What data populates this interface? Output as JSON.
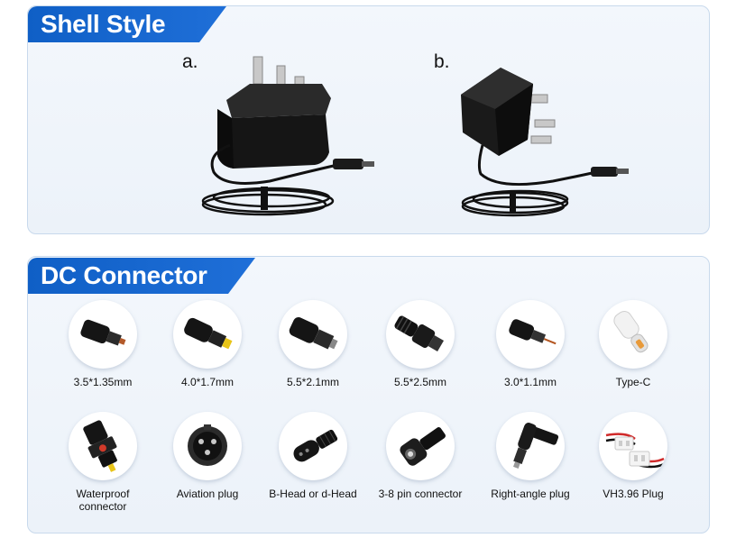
{
  "shell_style": {
    "title": "Shell Style",
    "options": [
      {
        "label": "a.",
        "image": "wall-adapter-uk-plug-horizontal"
      },
      {
        "label": "b.",
        "image": "wall-adapter-uk-plug-vertical"
      }
    ]
  },
  "dc_connector": {
    "title": "DC Connector",
    "items": [
      {
        "label": "3.5*1.35mm",
        "icon": "dc-barrel-plug-icon"
      },
      {
        "label": "4.0*1.7mm",
        "icon": "dc-barrel-plug-gold-tip-icon"
      },
      {
        "label": "5.5*2.1mm",
        "icon": "dc-barrel-plug-icon"
      },
      {
        "label": "5.5*2.5mm",
        "icon": "dc-barrel-plug-strain-relief-icon"
      },
      {
        "label": "3.0*1.1mm",
        "icon": "dc-barrel-plug-small-icon"
      },
      {
        "label": "Type-C",
        "icon": "usb-type-c-plug-icon"
      },
      {
        "label": "Waterproof connector",
        "icon": "waterproof-connector-icon"
      },
      {
        "label": "Aviation plug",
        "icon": "aviation-plug-icon"
      },
      {
        "label": "B-Head or d-Head",
        "icon": "b-head-plug-icon"
      },
      {
        "label": "3-8 pin connector",
        "icon": "din-pin-connector-icon"
      },
      {
        "label": "Right-angle plug",
        "icon": "right-angle-plug-icon"
      },
      {
        "label": "VH3.96 Plug",
        "icon": "vh396-plug-icon"
      }
    ]
  },
  "colors": {
    "banner_blue": "#1565d0",
    "panel_border": "#c8d9ec",
    "panel_bg": "#eef3fa"
  }
}
